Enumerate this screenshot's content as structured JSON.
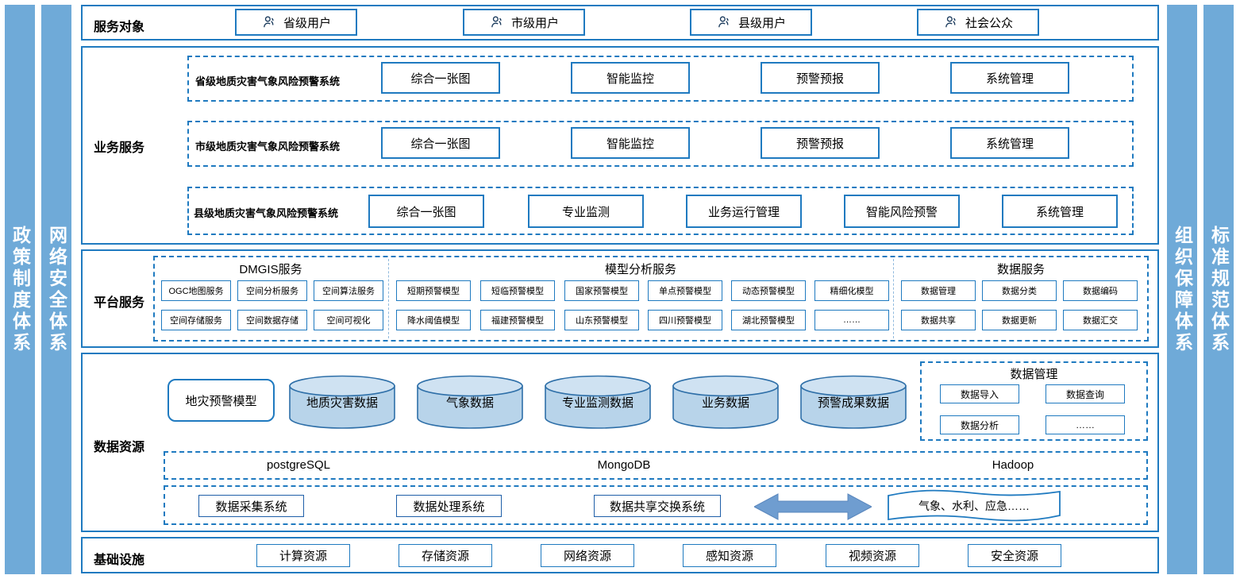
{
  "colors": {
    "band": "#6faad8",
    "border": "#1f7ac0",
    "cylinder_fill": "#b8d4ea",
    "arrow": "#6f9dd0"
  },
  "side_bands": {
    "left": [
      {
        "label": "政策制度体系"
      },
      {
        "label": "网络安全体系"
      }
    ],
    "right": [
      {
        "label": "组织保障体系"
      },
      {
        "label": "标准规范体系"
      }
    ]
  },
  "sections": [
    {
      "id": "service-objects",
      "label": "服务对象"
    },
    {
      "id": "business-service",
      "label": "业务服务"
    },
    {
      "id": "platform-service",
      "label": "平台服务"
    },
    {
      "id": "data-resource",
      "label": "数据资源"
    },
    {
      "id": "infrastructure",
      "label": "基础设施"
    }
  ],
  "service_objects": {
    "label": "服务对象",
    "users": [
      {
        "icon": "user-icon",
        "label": "省级用户"
      },
      {
        "icon": "user-icon",
        "label": "市级用户"
      },
      {
        "icon": "user-icon",
        "label": "县级用户"
      },
      {
        "icon": "user-icon",
        "label": "社会公众"
      }
    ]
  },
  "business_service": {
    "label": "业务服务",
    "rows": [
      {
        "name": "省级地质灾害气象风险预警系统",
        "items": [
          "综合一张图",
          "智能监控",
          "预警预报",
          "系统管理"
        ]
      },
      {
        "name": "市级地质灾害气象风险预警系统",
        "items": [
          "综合一张图",
          "智能监控",
          "预警预报",
          "系统管理"
        ]
      },
      {
        "name": "县级地质灾害气象风险预警系统",
        "items": [
          "综合一张图",
          "专业监测",
          "业务运行管理",
          "智能风险预警",
          "系统管理"
        ]
      }
    ]
  },
  "platform_service": {
    "label": "平台服务",
    "groups": [
      {
        "title": "DMGIS服务",
        "row1": [
          "OGC地图服务",
          "空间分析服务",
          "空间算法服务"
        ],
        "row2": [
          "空间存储服务",
          "空间数据存储",
          "空间可视化"
        ]
      },
      {
        "title": "模型分析服务",
        "row1": [
          "短期预警模型",
          "短临预警模型",
          "国家预警模型",
          "单点预警模型",
          "动态预警模型",
          "精细化模型"
        ],
        "row2": [
          "降水阈值模型",
          "福建预警模型",
          "山东预警模型",
          "四川预警模型",
          "湖北预警模型",
          "……"
        ]
      },
      {
        "title": "数据服务",
        "row1": [
          "数据管理",
          "数据分类",
          "数据编码"
        ],
        "row2": [
          "数据共享",
          "数据更新",
          "数据汇交"
        ]
      }
    ]
  },
  "data_resource": {
    "label": "数据资源",
    "model_box": "地灾预警模型",
    "cylinders": [
      "地质灾害数据",
      "气象数据",
      "专业监测数据",
      "业务数据",
      "预警成果数据"
    ],
    "data_management": {
      "title": "数据管理",
      "items": [
        "数据导入",
        "数据查询",
        "数据分析",
        "……"
      ]
    },
    "databases": [
      "postgreSQL",
      "MongoDB",
      "Hadoop"
    ],
    "systems": [
      "数据采集系统",
      "数据处理系统",
      "数据共享交换系统"
    ],
    "exchange_arrow": "double-arrow-icon",
    "external": "气象、水利、应急……"
  },
  "infrastructure": {
    "label": "基础设施",
    "items": [
      "计算资源",
      "存储资源",
      "网络资源",
      "感知资源",
      "视频资源",
      "安全资源"
    ]
  }
}
